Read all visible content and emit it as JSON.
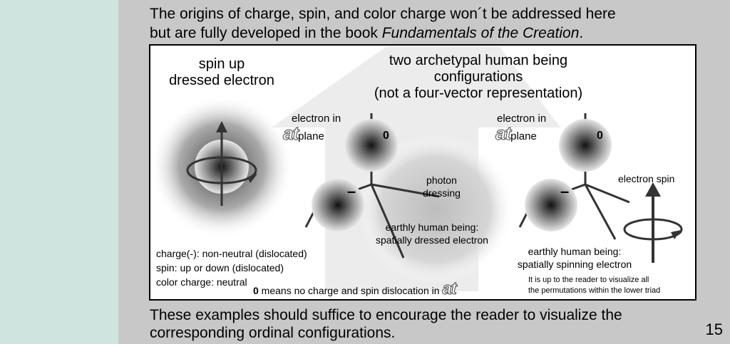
{
  "intro": {
    "line1": "The origins of charge, spin, and color charge won´t be addressed here",
    "line2_prefix": "but are fully developed in the book ",
    "line2_book": "Fundamentals of the Creation",
    "line2_suffix": "."
  },
  "figure": {
    "left_title_1": "spin up",
    "left_title_2": "dressed  electron",
    "center_title_1": "two archetypal human being",
    "center_title_2": "configurations",
    "center_title_3": "(not a four-vector representation)",
    "electron_in": "electron in",
    "at": "at",
    "plane": "plane",
    "zero": "0",
    "minus": "–",
    "photon_1": "photon",
    "photon_2": "dressing",
    "earthly_1": "earthly human being:",
    "earthly_2": "spatially dressed electron",
    "electron_spin": "electron spin",
    "earthly_right_1": "earthly human being:",
    "earthly_right_2": "spatially spinning electron",
    "legend_1": "charge(-): non-neutral (dislocated)",
    "legend_2": "spin: up or down (dislocated)",
    "legend_3": "color charge: neutral",
    "zero_note_bold": "0",
    "zero_note": " means no charge and spin dislocation in ",
    "reader_note_1": "It is up to the reader to visualize all",
    "reader_note_2": "the permutations within the lower triad"
  },
  "outro": {
    "line1": "These examples should suffice to encourage the reader to visualize the",
    "line2": "corresponding ordinal configurations."
  },
  "page_number": "15"
}
